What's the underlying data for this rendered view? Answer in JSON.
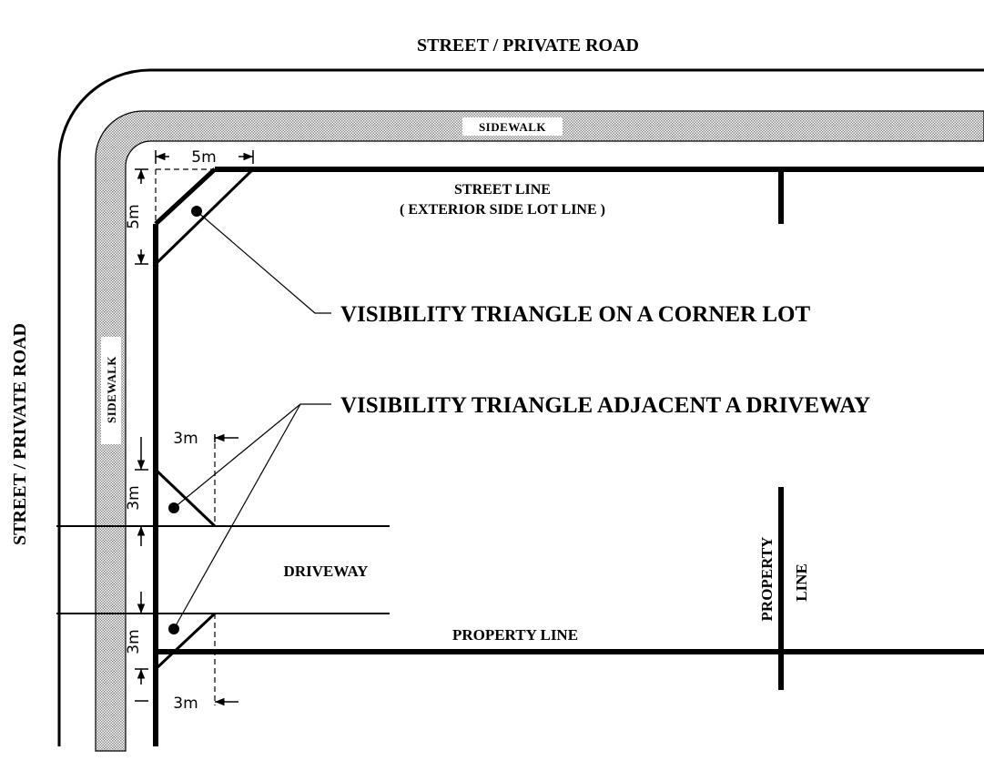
{
  "labels": {
    "street_top": "STREET / PRIVATE ROAD",
    "street_left": "STREET / PRIVATE ROAD",
    "sidewalk_top": "SIDEWALK",
    "sidewalk_left": "SIDEWALK",
    "street_line": "STREET LINE",
    "exterior_side_lot_line": "( EXTERIOR SIDE LOT LINE )",
    "callout_corner": "VISIBILITY TRIANGLE ON A CORNER LOT",
    "callout_driveway": "VISIBILITY TRIANGLE ADJACENT A DRIVEWAY",
    "driveway": "DRIVEWAY",
    "property_line_horizontal": "PROPERTY LINE",
    "property_line_vertical_1": "PROPERTY",
    "property_line_vertical_2": "LINE"
  },
  "dimensions": {
    "corner_horizontal": "5m",
    "corner_vertical": "5m",
    "driveway_top_horizontal": "3m",
    "driveway_top_vertical": "3m",
    "driveway_bottom_vertical": "3m",
    "driveway_bottom_horizontal": "3m"
  },
  "colors": {
    "line": "#000000",
    "sidewalk_fill": "#d0d0d0",
    "background": "#ffffff"
  }
}
